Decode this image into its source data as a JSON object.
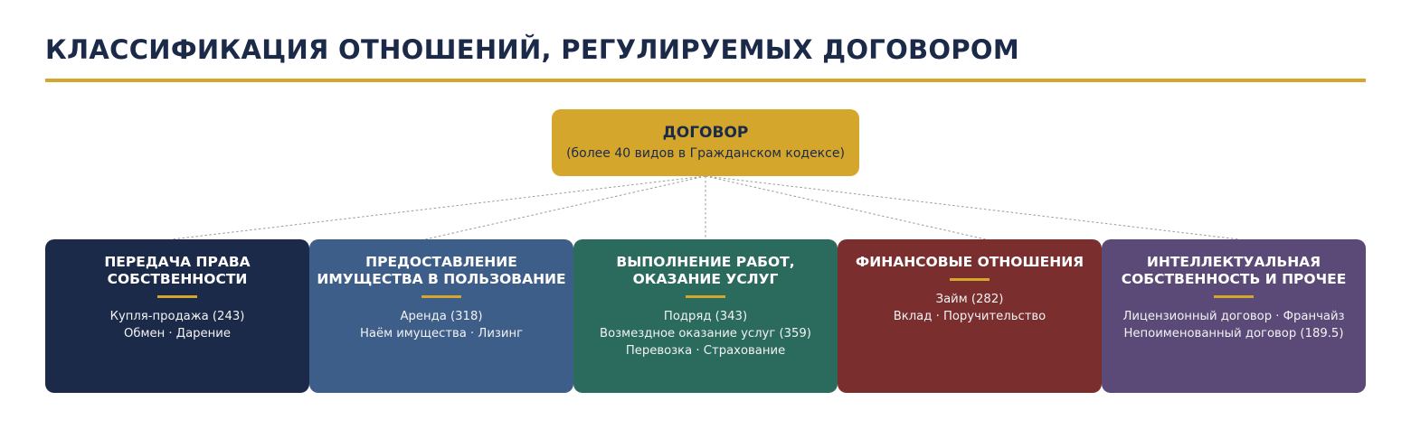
{
  "title": "КЛАССИФИКАЦИЯ ОТНОШЕНИЙ, РЕГУЛИРУЕМЫХ ДОГОВОРОМ",
  "colors": {
    "title": "#1c2a4a",
    "accent": "#d4a72c",
    "connector": "#9a9a9a"
  },
  "root": {
    "title": "ДОГОВОР",
    "subtitle": "(более 40 видов в Гражданском кодексе)"
  },
  "categories": [
    {
      "title_lines": [
        "ПЕРЕДАЧА ПРАВА",
        "СОБСТВЕННОСТИ"
      ],
      "items": [
        "Купля-продажа (243)",
        "Обмен · Дарение"
      ],
      "color": "#1c2a4a"
    },
    {
      "title_lines": [
        "ПРЕДОСТАВЛЕНИЕ",
        "ИМУЩЕСТВА В ПОЛЬЗОВАНИЕ"
      ],
      "items": [
        "Аренда (318)",
        "Наём имущества · Лизинг"
      ],
      "color": "#3e5e8a"
    },
    {
      "title_lines": [
        "ВЫПОЛНЕНИЕ РАБОТ,",
        "ОКАЗАНИЕ УСЛУГ"
      ],
      "items": [
        "Подряд (343)",
        "Возмездное оказание услуг (359)",
        "Перевозка · Страхование"
      ],
      "color": "#2b6b5e"
    },
    {
      "title_lines": [
        "ФИНАНСОВЫЕ ОТНОШЕНИЯ"
      ],
      "items": [
        "Займ (282)",
        "Вклад · Поручительство"
      ],
      "color": "#7a2e2e"
    },
    {
      "title_lines": [
        "ИНТЕЛЛЕКТУАЛЬНАЯ",
        "СОБСТВЕННОСТЬ И ПРОЧЕЕ"
      ],
      "items": [
        "Лицензионный договор · Франчайз",
        "Непоименованный договор (189.5)"
      ],
      "color": "#5b4a78"
    }
  ]
}
